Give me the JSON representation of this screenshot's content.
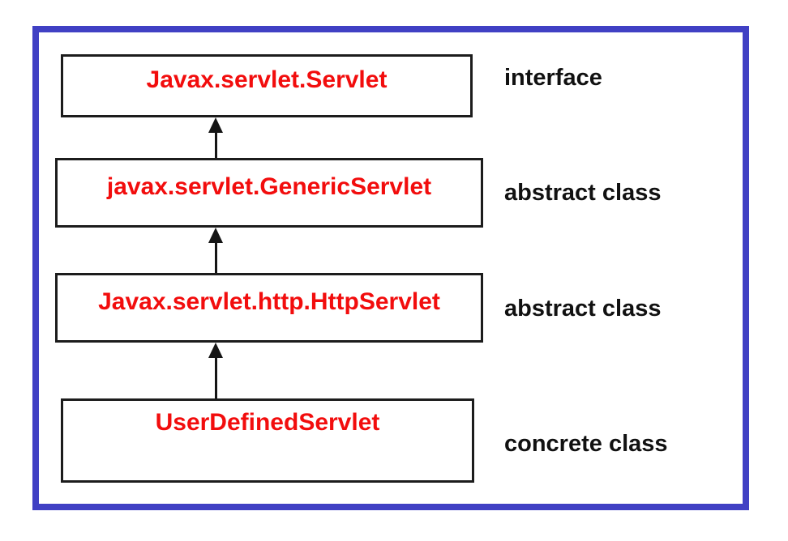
{
  "diagram": {
    "frame_color": "#4040c4",
    "box_fill": "#ffffff",
    "box_border_color": "#1c1c1c",
    "class_name_color": "#f20d0d",
    "kind_label_color": "#111111",
    "arrow_color": "#151515",
    "nodes": [
      {
        "class_name": "Javax.servlet.Servlet",
        "kind_label": "interface"
      },
      {
        "class_name": "javax.servlet.GenericServlet",
        "kind_label": "abstract class"
      },
      {
        "class_name": "Javax.servlet.http.HttpServlet",
        "kind_label": "abstract class"
      },
      {
        "class_name": "UserDefinedServlet",
        "kind_label": "concrete class"
      }
    ],
    "arrows": [
      {
        "from": "javax.servlet.GenericServlet",
        "to": "Javax.servlet.Servlet"
      },
      {
        "from": "Javax.servlet.http.HttpServlet",
        "to": "javax.servlet.GenericServlet"
      },
      {
        "from": "UserDefinedServlet",
        "to": "Javax.servlet.http.HttpServlet"
      }
    ]
  }
}
